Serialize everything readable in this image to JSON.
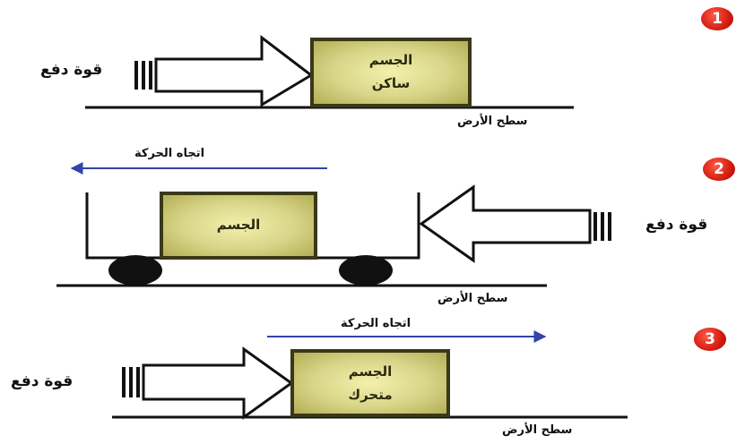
{
  "panels": [
    {
      "number": "1",
      "force_label": "قوة دفع",
      "box_line1": "الجسم",
      "box_line2": "ساكن",
      "ground_label": "سطح الأرض"
    },
    {
      "number": "2",
      "direction_label": "اتجاه الحركة",
      "force_label": "قوة دفع",
      "box_line1": "الجسم",
      "ground_label": "سطح الأرض"
    },
    {
      "number": "3",
      "direction_label": "اتجاه الحركة",
      "force_label": "قوة دفع",
      "box_line1": "الجسم",
      "box_line2": "متحرك",
      "ground_label": "سطح الأرض"
    }
  ],
  "colors": {
    "box_fill_light": "#f2f0ac",
    "box_fill_dark": "#b6b25a",
    "box_border": "#3a3818",
    "direction_arrow": "#3344aa",
    "badge": "#d31d10"
  }
}
